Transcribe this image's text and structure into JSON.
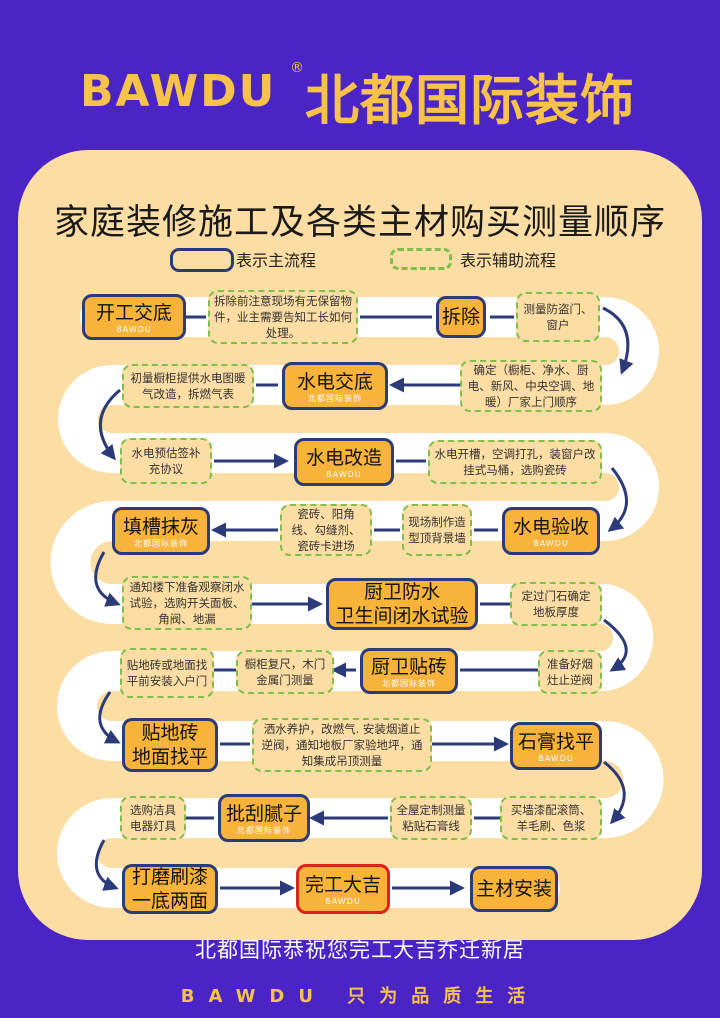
{
  "brand": {
    "latin": "BAWDU",
    "registered": "®",
    "chinese": "北都国际装饰"
  },
  "title": "家庭装修施工及各类主材购买测量顺序",
  "legend": {
    "main": "表示主流程",
    "aux": "表示辅助流程"
  },
  "steps": {
    "s1": {
      "label": "开工交底",
      "sub": "BAWDU"
    },
    "s2": {
      "label": "拆除"
    },
    "s3": {
      "label": "水电交底",
      "sub": "北都国际装饰"
    },
    "s4": {
      "label": "水电改造",
      "sub": "BAWDU"
    },
    "s5": {
      "label": "水电验收",
      "sub": "BAWDU"
    },
    "s6": {
      "label": "填槽抹灰",
      "sub": "北都国际装饰"
    },
    "s7": {
      "label1": "厨卫防水",
      "label2": "卫生间闭水试验"
    },
    "s8": {
      "label": "厨卫贴砖",
      "sub": "北都国际装饰"
    },
    "s9": {
      "label1": "贴地砖",
      "label2": "地面找平"
    },
    "s10": {
      "label": "石膏找平",
      "sub": "BAWDU"
    },
    "s11": {
      "label": "批刮腻子",
      "sub": "北都国际装饰"
    },
    "s12": {
      "label1": "打磨刷漆",
      "label2": "一底两面"
    },
    "s13": {
      "label": "完工大吉",
      "sub": "BAWDU"
    },
    "s14": {
      "label": "主材安装"
    }
  },
  "notes": {
    "n1": "拆除前注意现场有无保留物件，业主需要告知工长如何处理。",
    "n2": "测量防盗门、窗户",
    "n3": "初量橱柜提供水电图暖气改造，拆燃气表",
    "n4": "确定（橱柜、净水、厨电、新风、中央空调、地暖）厂家上门顺序",
    "n5": "水电预估签补充协议",
    "n6": "水电开槽，空调打孔，装窗户改挂式马桶，选购瓷砖",
    "n7": "瓷砖、阳角线、勾缝剂、瓷砖卡进场",
    "n8": "现场制作造型顶背景墙",
    "n9": "通知楼下准备观察闭水试验，选购开关面板、角阀、地漏",
    "n10": "定过门石确定地板厚度",
    "n11": "贴地砖或地面找平前安装入户门",
    "n12": "橱柜复尺，木门金属门测量",
    "n13": "准备好烟灶止逆阀",
    "n14": "洒水养护，改燃气. 安装烟道止逆阀，通知地板厂家验地坪，通知集成吊顶测量",
    "n15": "选购洁具电器灯具",
    "n16": "全屋定制测量粘贴石膏线",
    "n17": "买墙漆配滚筒、羊毛刷、色浆"
  },
  "footer": {
    "line": "北都国际恭祝您完工大吉乔迁新居",
    "slogan": "BAWDU 只为品质生活"
  },
  "colors": {
    "background": "#4a24c4",
    "card": "#fcdda3",
    "gold": "#f7c24a",
    "box": "#f8b33a",
    "border": "#2b3a78",
    "dashed": "#7dbf4a",
    "highlight": "#e0201e"
  }
}
